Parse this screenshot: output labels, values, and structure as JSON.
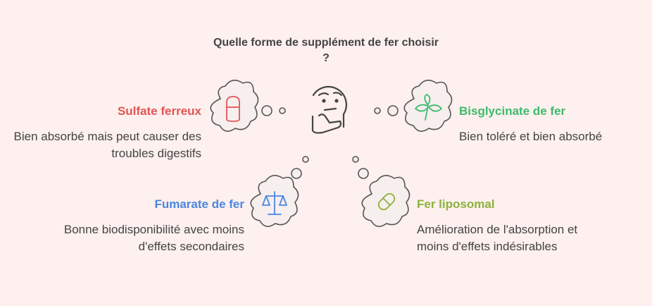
{
  "title": "Quelle forme de supplément de fer choisir ?",
  "options": [
    {
      "label": "Sulfate ferreux",
      "description": "Bien absorbé mais peut causer des troubles digestifs",
      "color": "#e05555",
      "icon": "capsule-icon"
    },
    {
      "label": "Bisglycinate de fer",
      "description": "Bien toléré et bien absorbé",
      "color": "#3dbb6c",
      "icon": "leaves-icon"
    },
    {
      "label": "Fumarate de fer",
      "description": "Bonne biodisponibilité avec moins d'effets secondaires",
      "color": "#4a86e0",
      "icon": "balance-scale-icon"
    },
    {
      "label": "Fer liposomal",
      "description": "Amélioration de l'absorption et moins d'effets indésirables",
      "color": "#8cb33c",
      "icon": "pill-icon"
    }
  ],
  "center_icon": "thinking-face-icon"
}
